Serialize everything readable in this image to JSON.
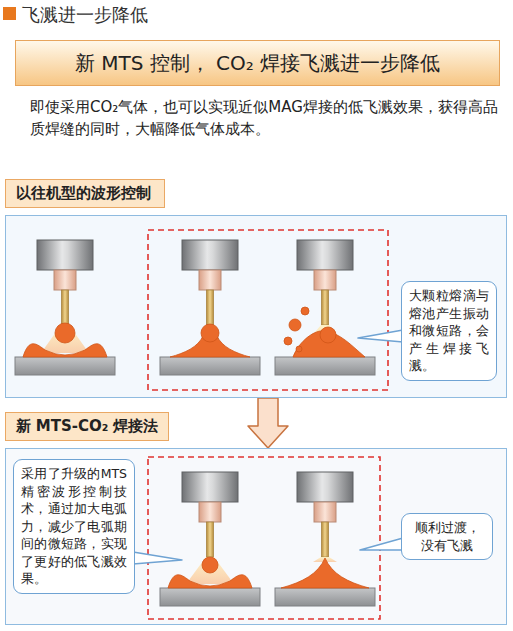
{
  "diagram": {
    "title": "飞溅进一步降低",
    "nodes": [
      {
        "text": [
          "新 MTS 控制， CO₂ 焊接飞溅进一步降低"
        ]
      },
      {
        "text": [
          "以往机型的波形控制"
        ]
      },
      {
        "text": [
          "大颗粒熔滴与熔池产生振动和微短路，会产生焊接飞溅。"
        ],
        "in": 1
      },
      {
        "text": [
          "新 MTS-CO₂ 焊接法"
        ]
      },
      {
        "text": [
          "采用了升级的MTS精密波形控制技术，通过加大电弧力，减少了电弧期间的微短路，实现了更好的低飞溅效果。"
        ],
        "in": 3
      },
      {
        "text": [
          "顺利过渡，没有飞溅"
        ],
        "in": 3
      }
    ],
    "edges": [
      {
        "from": 1,
        "to": 3,
        "arrow": "to"
      }
    ],
    "labels": [
      "即使采用CO₂气体，也可以实现近似MAG焊接的低飞溅效果，获得高品质焊缝的同时，大幅降低气体成本。"
    ]
  }
}
